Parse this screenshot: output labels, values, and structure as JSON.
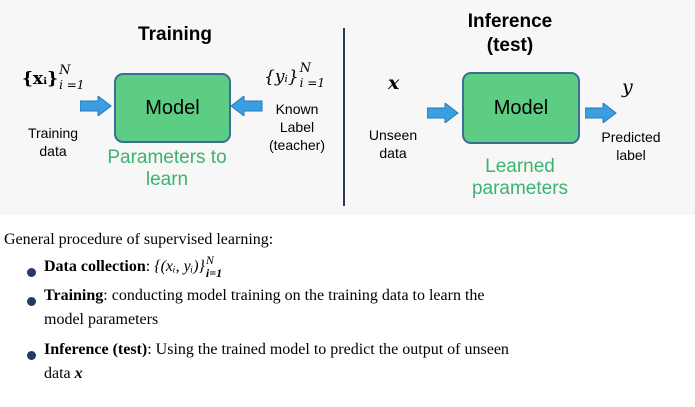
{
  "training": {
    "title": "Training",
    "input_math": "{xᵢ}",
    "input_sup": "N",
    "input_sub": "i =1",
    "input_label_line1": "Training",
    "input_label_line2": "data",
    "model_label": "Model",
    "params_line1": "Parameters to",
    "params_line2": "learn",
    "label_math": "{yᵢ}",
    "label_sup": "N",
    "label_sub": "i =1",
    "label_text_line1": "Known",
    "label_text_line2": "Label",
    "label_text_line3": "(teacher)"
  },
  "inference": {
    "title_line1": "Inference",
    "title_line2": "(test)",
    "input_math": "x",
    "input_label_line1": "Unseen",
    "input_label_line2": "data",
    "model_label": "Model",
    "params_line1": "Learned",
    "params_line2": "parameters",
    "output_math": "y",
    "output_label_line1": "Predicted",
    "output_label_line2": "label"
  },
  "text": {
    "intro": "General procedure of supervised learning:",
    "items": [
      {
        "bold": "Data collection",
        "rest_math": "{(xᵢ, yᵢ)}",
        "sup": "N",
        "sub": "i=1"
      },
      {
        "bold": "Training",
        "rest_line1": ": conducting model training on the training data to learn the",
        "rest_line2": "model parameters"
      },
      {
        "bold": "Inference (test)",
        "rest_line1": ": Using the trained model to predict the output of unseen",
        "rest_line2_prefix": "data ",
        "rest_line2_math": "x"
      }
    ]
  },
  "colors": {
    "model_fill": "#5dcd84",
    "model_border": "#3a6e96",
    "arrow_fill": "#3a9ee0",
    "green_text": "#3cb371",
    "bullet": "#26376a"
  }
}
